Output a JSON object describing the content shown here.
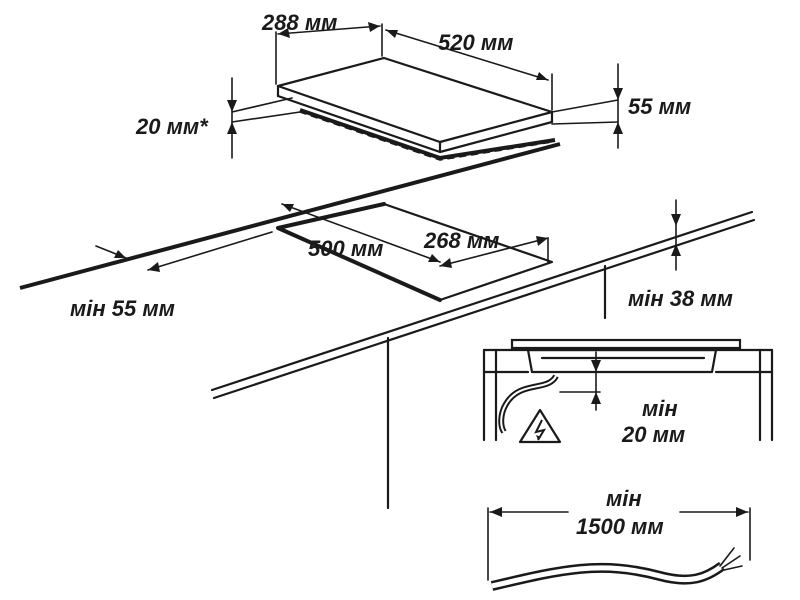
{
  "dimensions": {
    "hob_depth": "288 мм",
    "hob_width": "520 мм",
    "gap_under": "20 мм*",
    "hob_height": "55 мм",
    "cutout_width": "500 мм",
    "cutout_depth": "268 мм",
    "min_front_edge": "мін 55 мм",
    "min_worktop_thickness": "мін 38 мм",
    "min_clearance_line1": "мін",
    "min_clearance_line2": "20 мм",
    "min_cable_line1": "мін",
    "min_cable_line2": "1500 мм"
  },
  "icons": [
    "electrical-hazard-icon"
  ]
}
